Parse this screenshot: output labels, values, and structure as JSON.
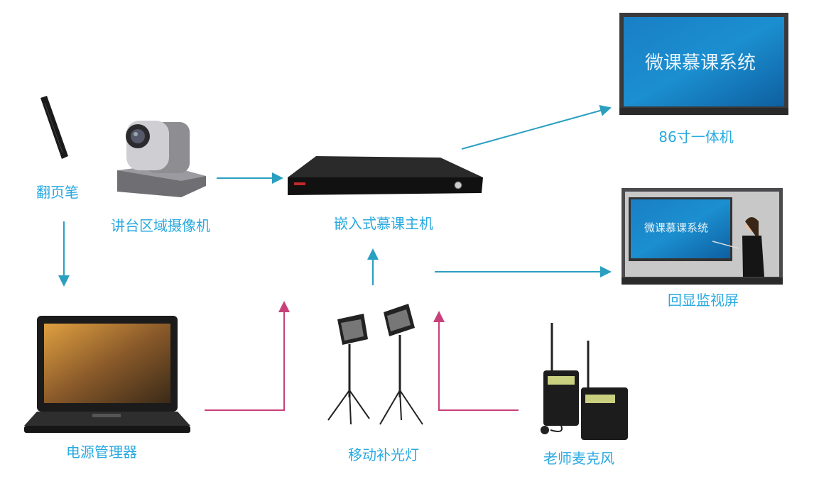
{
  "colors": {
    "label": "#29a9e0",
    "arrow_teal": "#2a9fc0",
    "arrow_pink": "#c8407a"
  },
  "nodes": {
    "pen": {
      "label": "翻页笔",
      "icon": "presenter-pen-icon"
    },
    "camera": {
      "label": "讲台区域摄像机",
      "icon": "ptz-camera-icon"
    },
    "host": {
      "label": "嵌入式慕课主机",
      "icon": "host-box-icon"
    },
    "display": {
      "label": "86寸一体机",
      "screen_text": "微课慕课系统",
      "icon": "display-icon"
    },
    "monitor": {
      "label": "回显监视屏",
      "screen_text": "微课慕课系统",
      "icon": "monitor-icon"
    },
    "laptop": {
      "label": "电源管理器",
      "icon": "laptop-icon"
    },
    "lights": {
      "label": "移动补光灯",
      "icon": "fill-light-icon"
    },
    "mic": {
      "label": "老师麦克风",
      "icon": "wireless-mic-icon"
    }
  }
}
